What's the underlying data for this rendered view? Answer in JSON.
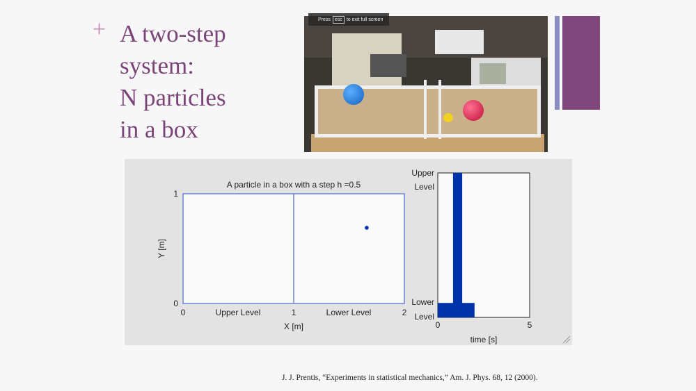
{
  "slide": {
    "bullet_icon": "plus-icon",
    "title_lines": [
      "A two-step",
      "system:",
      "N particles",
      "in a box"
    ],
    "citation": "J. J. Prentis, “Experiments in statistical mechanics,” Am. J. Phys. 68, 12 (2000).",
    "colors": {
      "title": "#7a4478",
      "accent_bar": "#80477d",
      "thin_bar": "#8a8dbf",
      "plot_blue": "#0033aa"
    }
  },
  "video": {
    "fullscreen_hint_pre": "Press",
    "fullscreen_key": "esc",
    "fullscreen_hint_post": "to exit full screen"
  },
  "chart_data": [
    {
      "type": "scatter",
      "title": "A particle in a box with a step h =0.5",
      "xlabel": "X [m]",
      "ylabel": "Y [m]",
      "xlim": [
        0,
        2
      ],
      "ylim": [
        0,
        1
      ],
      "xticks": [
        "0",
        "1",
        "2"
      ],
      "yticks": [
        "0",
        "1"
      ],
      "region_labels": [
        "Upper Level",
        "Lower Level"
      ],
      "divider_x": 1,
      "points": [
        {
          "x": 1.66,
          "y": 0.69
        }
      ]
    },
    {
      "type": "bar",
      "xlabel": "time [s]",
      "xlim": [
        0,
        5
      ],
      "xticks": [
        "0",
        "5"
      ],
      "ytick_labels": [
        [
          "Upper",
          "Level"
        ],
        [
          "Lower",
          "Level"
        ]
      ],
      "bars": [
        {
          "level": "Upper",
          "t_start": 0.83,
          "t_end": 1.33,
          "height": 1.0
        },
        {
          "level": "Lower",
          "t_start": 0,
          "t_end": 2.0,
          "height": 0.1
        }
      ]
    }
  ]
}
